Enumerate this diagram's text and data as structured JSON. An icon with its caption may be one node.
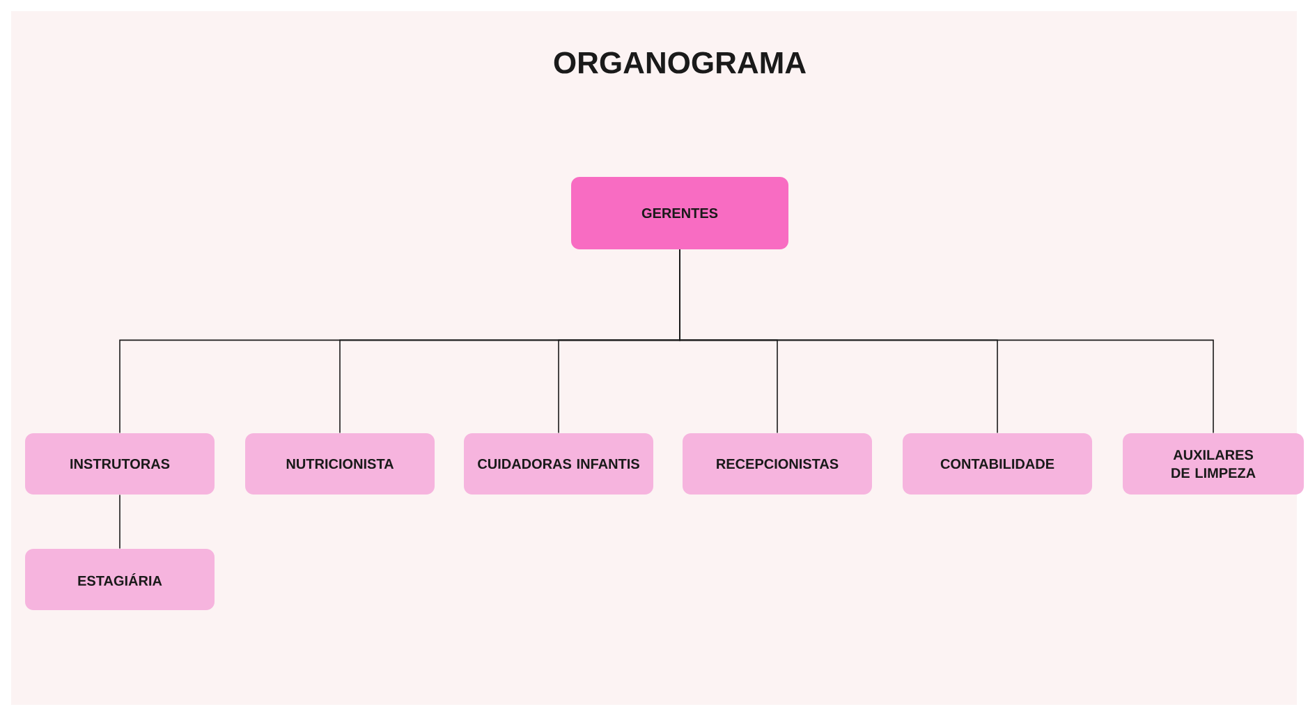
{
  "diagram": {
    "title": "ORGANOGRAMA",
    "nodes": [
      {
        "text": [
          "GERENTES"
        ]
      },
      {
        "text": [
          "INSTRUTORAS"
        ]
      },
      {
        "text": [
          "NUTRICIONISTA"
        ]
      },
      {
        "text": [
          "CUIDADORAS INFANTIS"
        ]
      },
      {
        "text": [
          "RECEPCIONISTAS"
        ]
      },
      {
        "text": [
          "CONTABILIDADE"
        ]
      },
      {
        "text": [
          "AUXILARES DE LIMPEZA"
        ]
      },
      {
        "text": [
          "ESTAGIÁRIA"
        ]
      }
    ],
    "edges": [
      {
        "from": 0,
        "to": 1,
        "arrow": "none"
      },
      {
        "from": 0,
        "to": 2,
        "arrow": "none"
      },
      {
        "from": 0,
        "to": 3,
        "arrow": "none"
      },
      {
        "from": 0,
        "to": 4,
        "arrow": "none"
      },
      {
        "from": 0,
        "to": 5,
        "arrow": "none"
      },
      {
        "from": 0,
        "to": 6,
        "arrow": "none"
      },
      {
        "from": 1,
        "to": 7,
        "arrow": "none"
      }
    ]
  }
}
